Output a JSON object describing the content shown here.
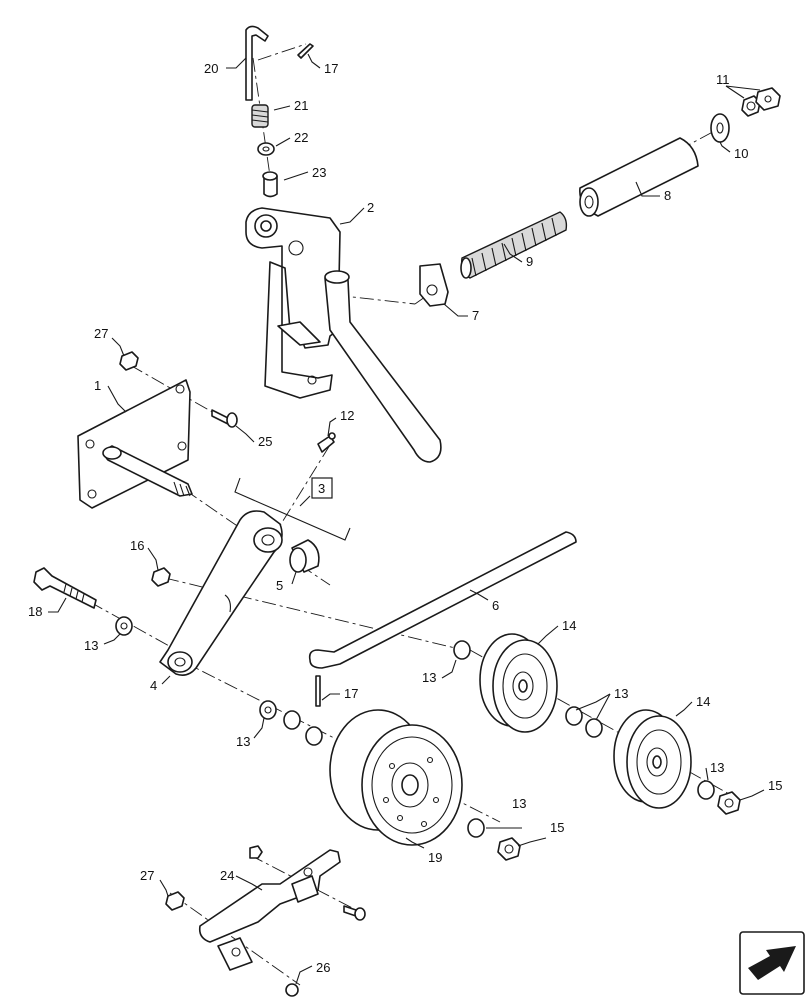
{
  "diagram": {
    "callouts": {
      "c1": "1",
      "c2": "2",
      "c3": "3",
      "c4": "4",
      "c5": "5",
      "c6": "6",
      "c7": "7",
      "c8": "8",
      "c9": "9",
      "c10": "10",
      "c11": "11",
      "c12": "12",
      "c13a": "13",
      "c13b": "13",
      "c13c": "13",
      "c13d": "13",
      "c13e": "13",
      "c13f": "13",
      "c14a": "14",
      "c14b": "14",
      "c15a": "15",
      "c15b": "15",
      "c16": "16",
      "c17a": "17",
      "c17b": "17",
      "c18": "18",
      "c19": "19",
      "c20": "20",
      "c21": "21",
      "c22": "22",
      "c23": "23",
      "c24": "24",
      "c25": "25",
      "c26": "26",
      "c27a": "27",
      "c27b": "27"
    },
    "nav_icon": "next-page-arrow-icon"
  }
}
